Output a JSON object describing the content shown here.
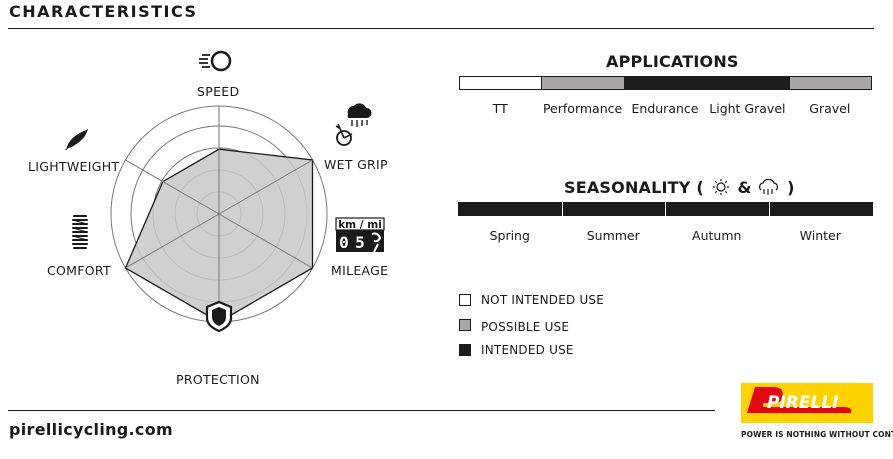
{
  "header": {
    "title": "CHARACTERISTICS"
  },
  "characteristics": {
    "axes": [
      {
        "label": "SPEED",
        "value": 3,
        "icon": "speed-icon"
      },
      {
        "label": "WET GRIP",
        "value": 5,
        "icon": "wet-grip-icon"
      },
      {
        "label": "MILEAGE",
        "value": 5,
        "icon": "mileage-icon"
      },
      {
        "label": "PROTECTION",
        "value": 5,
        "icon": "protection-icon"
      },
      {
        "label": "COMFORT",
        "value": 5,
        "icon": "comfort-icon"
      },
      {
        "label": "LIGHTWEIGHT",
        "value": 3,
        "icon": "lightweight-icon"
      }
    ],
    "max": 5,
    "odometer": {
      "unit": "km / mi",
      "digits": "05"
    }
  },
  "applications": {
    "title": "APPLICATIONS",
    "items": [
      {
        "label": "TT",
        "level": "not"
      },
      {
        "label": "Performance",
        "level": "possible"
      },
      {
        "label": "Endurance",
        "level": "intended"
      },
      {
        "label": "Light Gravel",
        "level": "intended"
      },
      {
        "label": "Gravel",
        "level": "possible"
      }
    ]
  },
  "seasonality": {
    "title": "SEASONALITY (",
    "title_amp": "&",
    "title_end": ")",
    "items": [
      {
        "label": "Spring",
        "level": "intended"
      },
      {
        "label": "Summer",
        "level": "intended"
      },
      {
        "label": "Autumn",
        "level": "intended"
      },
      {
        "label": "Winter",
        "level": "intended"
      }
    ]
  },
  "legend": [
    {
      "label": "NOT INTENDED USE",
      "color": "#ffffff"
    },
    {
      "label": "POSSIBLE USE",
      "color": "#a8a6a6"
    },
    {
      "label": "INTENDED USE",
      "color": "#1c1c1c"
    }
  ],
  "colors": {
    "not": "#ffffff",
    "possible": "#a8a6a6",
    "intended": "#1c1c1c",
    "radar_fill": "#c8c8c8",
    "brand": "#ffd200",
    "brand_red": "#e30613"
  },
  "footer": {
    "url": "pirellicycling.com"
  },
  "brand": {
    "name": "PIRELLI",
    "tagline": "POWER IS NOTHING WITHOUT CONTROL"
  }
}
